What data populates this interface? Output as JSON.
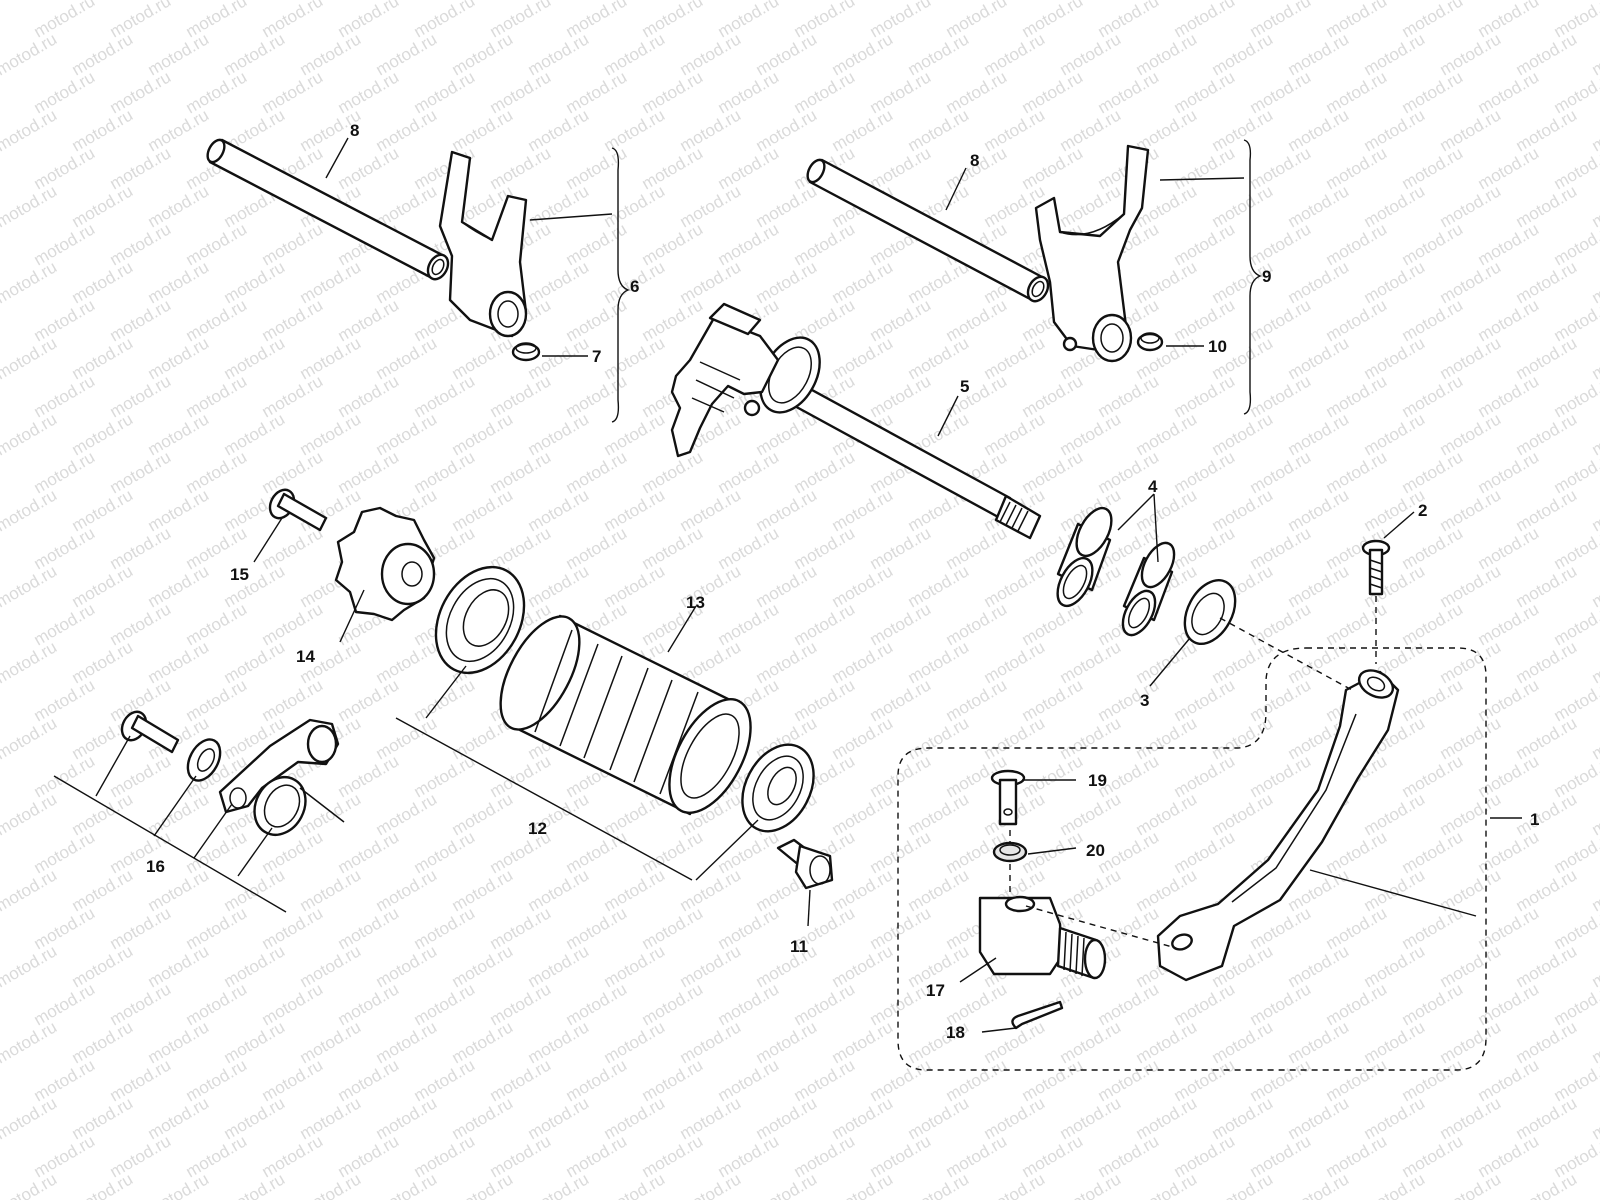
{
  "diagram": {
    "watermark": "motod.ru",
    "callouts": [
      {
        "id": "c1",
        "text": "1"
      },
      {
        "id": "c2",
        "text": "2"
      },
      {
        "id": "c3",
        "text": "3"
      },
      {
        "id": "c4",
        "text": "4"
      },
      {
        "id": "c5",
        "text": "5"
      },
      {
        "id": "c6",
        "text": "6"
      },
      {
        "id": "c7",
        "text": "7"
      },
      {
        "id": "c8a",
        "text": "8"
      },
      {
        "id": "c8b",
        "text": "8"
      },
      {
        "id": "c9",
        "text": "9"
      },
      {
        "id": "c10",
        "text": "10"
      },
      {
        "id": "c11",
        "text": "11"
      },
      {
        "id": "c12",
        "text": "12"
      },
      {
        "id": "c13",
        "text": "13"
      },
      {
        "id": "c14",
        "text": "14"
      },
      {
        "id": "c15",
        "text": "15"
      },
      {
        "id": "c16",
        "text": "16"
      },
      {
        "id": "c17",
        "text": "17"
      },
      {
        "id": "c18",
        "text": "18"
      },
      {
        "id": "c19",
        "text": "19"
      },
      {
        "id": "c20",
        "text": "20"
      }
    ]
  }
}
